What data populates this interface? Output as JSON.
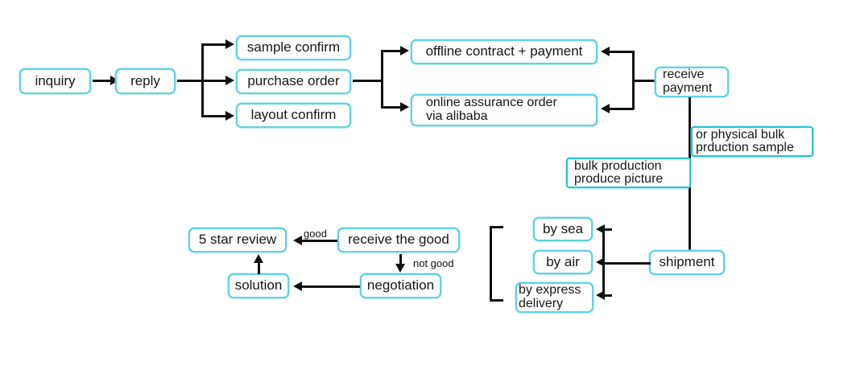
{
  "diagram": {
    "title": "Alibaba trade order process flowchart",
    "background": "#ffffff",
    "box_border_color": "#5fd4de",
    "connector_color": "#111111",
    "nodes": {
      "inquiry": "inquiry",
      "reply": "reply",
      "sample_confirm": "sample confirm",
      "purchase_order": "purchase order",
      "layout_confirm": "layout confirm",
      "offline_contract": "offline contract + payment",
      "online_assurance": "online assurance order\nvia alibaba",
      "receive_payment": "receive\npayment",
      "physical_sample": "or physical bulk\nprduction sample",
      "bulk_production": "bulk production\nproduce picture",
      "shipment": "shipment",
      "by_sea": "by sea",
      "by_air": "by air",
      "by_express": "by express\ndelivery",
      "receive_the_good": "receive the good",
      "five_star_review": "5 star review",
      "negotiation": "negotiation",
      "solution": "solution"
    },
    "edge_labels": {
      "good": "good",
      "not_good": "not good"
    }
  }
}
